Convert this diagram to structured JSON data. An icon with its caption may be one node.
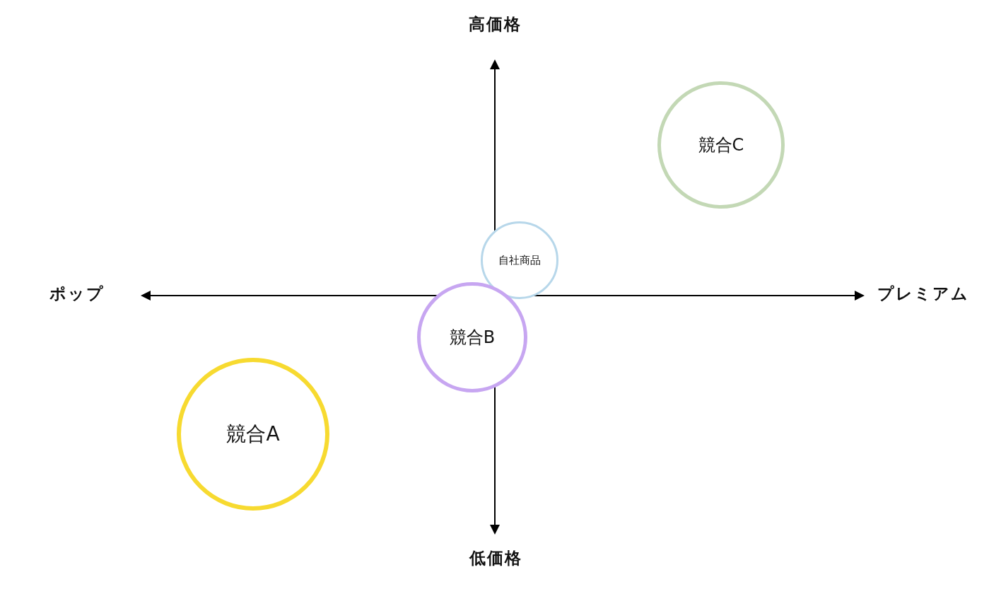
{
  "diagram": {
    "nodes": [
      {
        "text": [
          "競合C"
        ]
      },
      {
        "text": [
          "自社商品"
        ]
      },
      {
        "text": [
          "競合B"
        ]
      },
      {
        "text": [
          "競合A"
        ]
      }
    ],
    "labels": [
      "高価格",
      "ポップ",
      "プレミアム",
      "低価格"
    ]
  }
}
